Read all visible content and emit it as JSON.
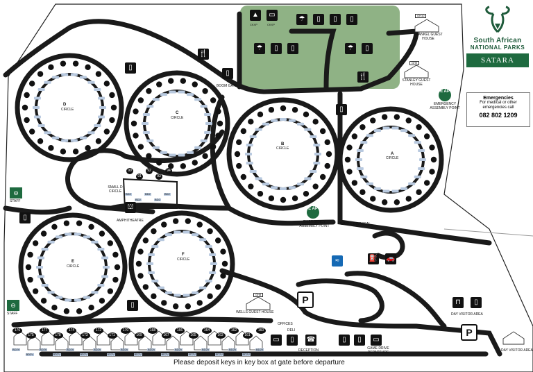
{
  "brand": {
    "line1": "South African",
    "line2": "NATIONAL PARKS",
    "camp": "SATARA",
    "logo": "kudu-logo"
  },
  "emergency": {
    "title": "Emergencies",
    "desc_line1": "For medical or other",
    "desc_line2": "emergencies call",
    "number": "082 802 1209"
  },
  "footer": "Please deposit keys in key box at gate before departure",
  "labels": {
    "frankel": "FRANKEL GUEST HOUSE",
    "frankel_tag": "GH10",
    "stanley": "STANLEY GUEST HOUSE",
    "stanley_tag": "GH9",
    "boom_gate": "BOOM GATE",
    "ckxp1": "CKXP",
    "ckxp2": "CKXP",
    "assembly1": "EMERGENCY ASSEMBLY POINT",
    "assembly2": "EMERGENCY ASSEMBLY POINT",
    "ap": "E AP",
    "waste": "WASTE DISPOSAL",
    "amphi": "AMPHITHEATRE",
    "small_d": "SMALL D CIRCLE",
    "wells": "WELLS GUEST HOUSE",
    "wells_tag": "GH8",
    "offices": "OFFICES",
    "deli": "DELI",
    "reception": "RECEPTION",
    "game_drive": "GAME DRIVE DEPARTURE",
    "dva1": "DAY VISITOR AREA",
    "dva2": "DAY VISITOR AREA",
    "staff1": "STAFF",
    "staff2": "STAFF"
  },
  "circles": {
    "d": {
      "letter": "D",
      "word": "CIRCLE"
    },
    "c": {
      "letter": "C",
      "word": "CIRCLE"
    },
    "b": {
      "letter": "B",
      "word": "CIRCLE"
    },
    "a": {
      "letter": "A",
      "word": "CIRCLE"
    },
    "e": {
      "letter": "E",
      "word": "CIRCLE"
    },
    "f": {
      "letter": "F",
      "word": "CIRCLE"
    }
  },
  "bottom_row": {
    "numbers": [
      "176",
      "175",
      "177",
      "178",
      "174",
      "173",
      "172",
      "171",
      "170",
      "169",
      "168",
      "167",
      "166",
      "165",
      "164",
      "163",
      "162",
      "161",
      "160"
    ],
    "tag": "BD2V"
  },
  "small_d": {
    "numbers": [
      "90",
      "91",
      "92",
      "93",
      "94"
    ],
    "tag": "BD2"
  },
  "parking": "P",
  "colors": {
    "road": "#1a1a1a",
    "green": "#1e6a3f",
    "lightgreen": "#8fb285",
    "unit": "#b8c9df"
  }
}
